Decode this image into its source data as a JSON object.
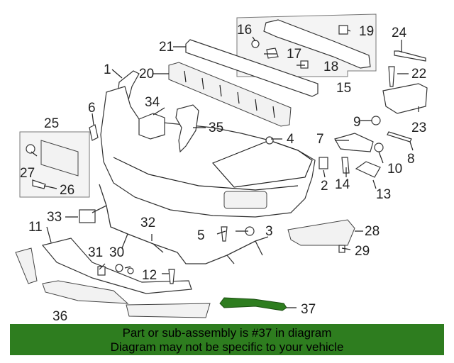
{
  "callouts": {
    "c1": "1",
    "c2": "2",
    "c3": "3",
    "c4": "4",
    "c5": "5",
    "c6": "6",
    "c7": "7",
    "c8": "8",
    "c9": "9",
    "c10": "10",
    "c11": "11",
    "c12": "12",
    "c13": "13",
    "c14": "14",
    "c15": "15",
    "c16": "16",
    "c17": "17",
    "c18": "18",
    "c19": "19",
    "c20": "20",
    "c21": "21",
    "c22": "22",
    "c23": "23",
    "c24": "24",
    "c25": "25",
    "c26": "26",
    "c27": "27",
    "c28": "28",
    "c29": "29",
    "c30": "30",
    "c31": "31",
    "c32": "32",
    "c33": "33",
    "c34": "34",
    "c35": "35",
    "c36": "36",
    "c37": "37"
  },
  "highlight_color": "#2e7d1f",
  "banner": {
    "line1": "Part or sub-assembly is #37 in diagram",
    "line2": "Diagram may not be specific to your vehicle"
  }
}
